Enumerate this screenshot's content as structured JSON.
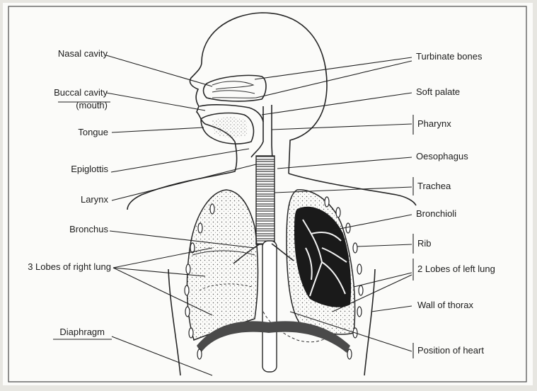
{
  "diagram": {
    "labels_left": {
      "nasal_cavity": "Nasal cavity",
      "buccal_cavity_1": "Buccal cavity",
      "buccal_cavity_2": "(mouth)",
      "tongue": "Tongue",
      "epiglottis": "Epiglottis",
      "larynx": "Larynx",
      "bronchus": "Bronchus",
      "lobes_right_lung": "3 Lobes of right lung",
      "diaphragm": "Diaphragm"
    },
    "labels_right": {
      "turbinate_bones": "Turbinate bones",
      "soft_palate": "Soft palate",
      "pharynx": "Pharynx",
      "oesophagus": "Oesophagus",
      "trachea": "Trachea",
      "bronchioli": "Bronchioli",
      "rib": "Rib",
      "lobes_left_lung": "2 Lobes of left lung",
      "wall_of_thorax": "Wall of thorax",
      "position_of_heart": "Position of heart"
    },
    "colors": {
      "paper": "#ffffff",
      "ink": "#262626",
      "lung_dark": "#1a1a1a",
      "diaphragm": "#4a4a4a"
    }
  }
}
